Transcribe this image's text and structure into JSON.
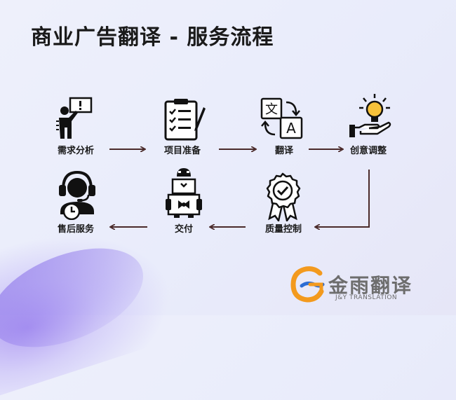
{
  "title": "商业广告翻译 - 服务流程",
  "steps": [
    {
      "label": "需求分析",
      "icon": "presenter-whiteboard-icon"
    },
    {
      "label": "项目准备",
      "icon": "checklist-clipboard-icon"
    },
    {
      "label": "翻译",
      "icon": "translate-icon"
    },
    {
      "label": "创意调整",
      "icon": "lightbulb-hand-icon"
    },
    {
      "label": "质量控制",
      "icon": "quality-badge-icon"
    },
    {
      "label": "交付",
      "icon": "package-delivery-icon"
    },
    {
      "label": "售后服务",
      "icon": "customer-support-icon"
    }
  ],
  "brand": {
    "name_cn": "金雨翻译",
    "name_en": "J&Y TRANSLATION"
  },
  "colors": {
    "arrow": "#4a2a2a",
    "title": "#1a1a1a",
    "logo_orange": "#f39a1e",
    "logo_blue": "#2b6cd4"
  }
}
